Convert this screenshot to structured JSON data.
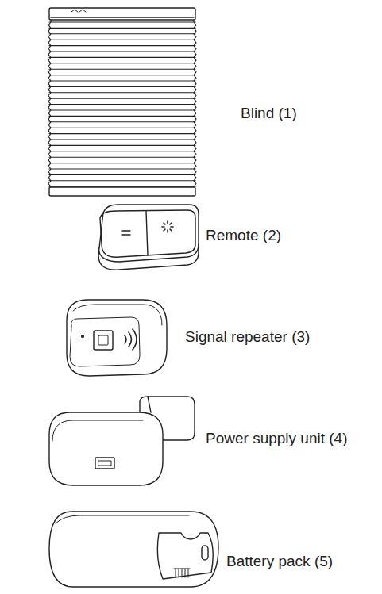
{
  "diagram": {
    "labels": [
      "Blind (1)",
      "Remote (2)",
      "Signal repeater (3)",
      "Power supply unit (4)",
      "Battery pack (5)"
    ]
  }
}
